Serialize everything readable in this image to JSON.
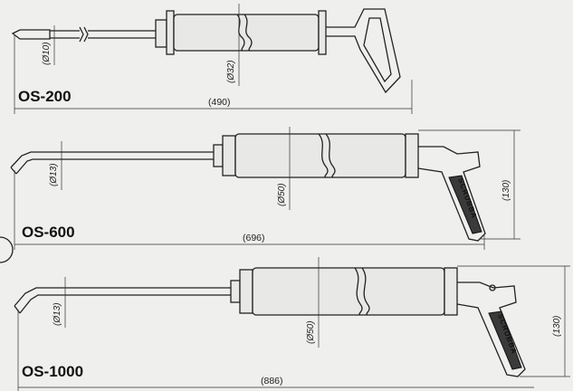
{
  "models": [
    {
      "name": "OS-200",
      "length": "(490)",
      "tube_diameter": "(Ø10)",
      "body_diameter": "(Ø32)"
    },
    {
      "name": "OS-600",
      "length": "(696)",
      "tube_diameter": "(Ø13)",
      "body_diameter": "(Ø50)",
      "height": "(130)",
      "brand": "SCRUBBA"
    },
    {
      "name": "OS-1000",
      "length": "(886)",
      "tube_diameter": "(Ø13)",
      "body_diameter": "(Ø50)",
      "height": "(130)",
      "brand": "SCRUBBA"
    }
  ]
}
